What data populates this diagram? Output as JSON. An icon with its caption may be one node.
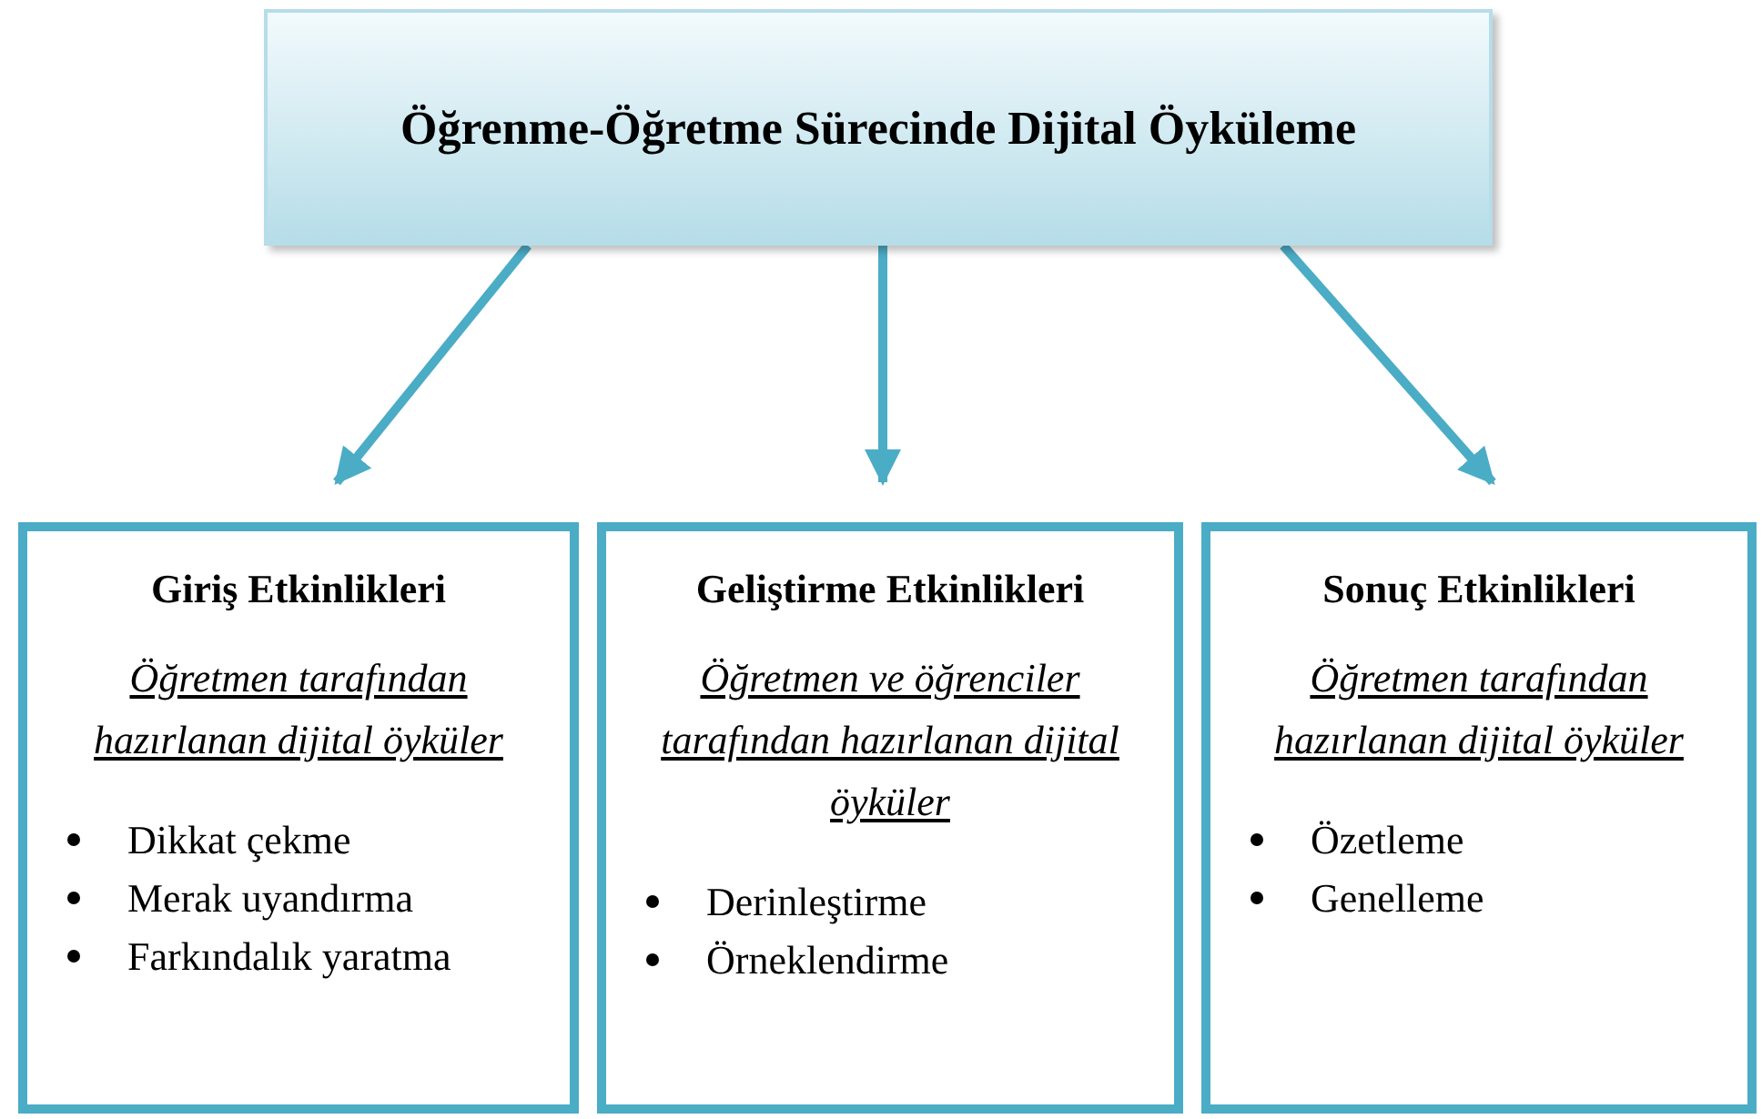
{
  "diagram": {
    "nodes": [
      {
        "text": [
          "Öğrenme-Öğretme Sürecinde Dijital Öyküleme"
        ]
      },
      {
        "text": [
          "Giriş Etkinlikleri",
          "Öğretmen tarafından hazırlanan dijital öyküler",
          "Dikkat çekme",
          "Merak uyandırma",
          "Farkındalık yaratma"
        ]
      },
      {
        "text": [
          "Geliştirme Etkinlikleri",
          "Öğretmen ve öğrenciler tarafından hazırlanan dijital öyküler",
          "Derinleştirme",
          "Örneklendirme"
        ]
      },
      {
        "text": [
          "Sonuç Etkinlikleri",
          "Öğretmen tarafından hazırlanan dijital öyküler",
          "Özetleme",
          "Genelleme"
        ]
      }
    ],
    "edges": [
      {
        "from": 0,
        "to": 1,
        "arrow": "to"
      },
      {
        "from": 0,
        "to": 2,
        "arrow": "to"
      },
      {
        "from": 0,
        "to": 3,
        "arrow": "to"
      }
    ]
  }
}
